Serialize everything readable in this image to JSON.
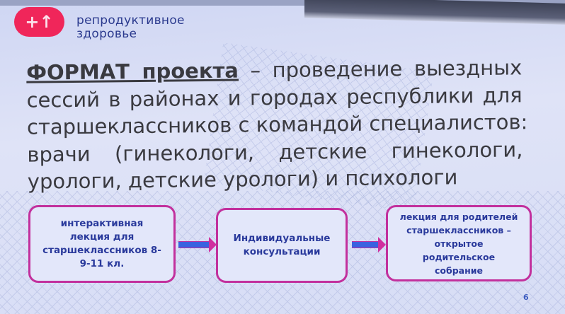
{
  "brand": {
    "logo_glyph": "+↑",
    "name_line1": "репродуктивное",
    "name_line2": "здоровье",
    "accent_color": "#f0265a"
  },
  "body": {
    "keyword": "ФОРМАТ проекта",
    "line1_rest": " – проведение выездных",
    "line2": "сессий в районах и городах республики для",
    "line3": "старшеклассников с командой специалистов:",
    "line4": "врачи (гинекологи, детские гинекологи,",
    "line5": "урологи, детские урологи) и психологи"
  },
  "flow": {
    "steps": [
      {
        "label": "интерактивная лекция для старшеклассников 8-9-11 кл."
      },
      {
        "label": "Индивидуальные консультации"
      },
      {
        "label": "лекция для родителей старшеклассников – открытое родительское собрание"
      }
    ]
  },
  "page_number": "6"
}
